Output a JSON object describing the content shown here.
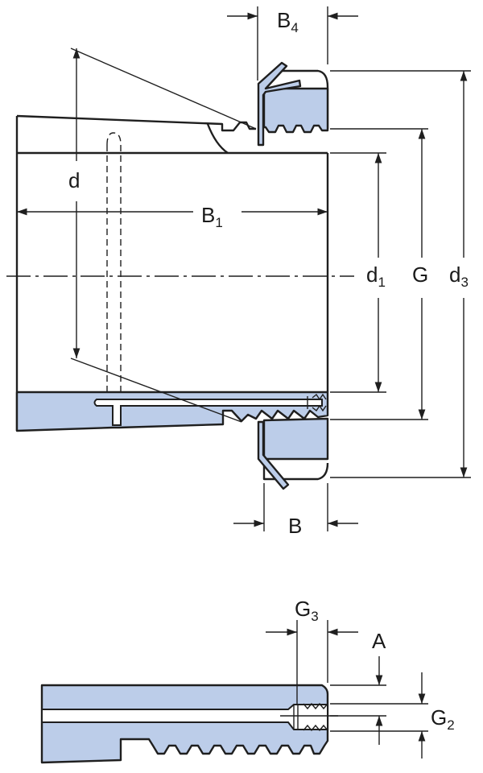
{
  "diagram": {
    "labels": {
      "B4": {
        "main": "B",
        "sub": "4"
      },
      "B1": {
        "main": "B",
        "sub": "1"
      },
      "d": {
        "main": "d"
      },
      "d1": {
        "main": "d",
        "sub": "1"
      },
      "G": {
        "main": "G"
      },
      "d3": {
        "main": "d",
        "sub": "3"
      },
      "B": {
        "main": "B"
      },
      "G3": {
        "main": "G",
        "sub": "3"
      },
      "A": {
        "main": "A"
      },
      "G2": {
        "main": "G",
        "sub": "2"
      }
    },
    "colors": {
      "fill": "#bccde9",
      "stroke": "#1f1f1f"
    }
  }
}
